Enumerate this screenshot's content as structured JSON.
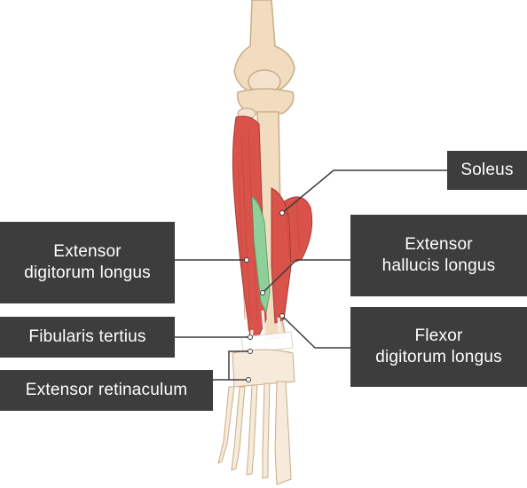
{
  "labels": {
    "soleus": "Soleus",
    "extensor_digitorum_longus": [
      "Extensor",
      "digitorum longus"
    ],
    "extensor_hallucis_longus": [
      "Extensor",
      "hallucis longus"
    ],
    "fibularis_tertius": "Fibularis tertius",
    "flexor_digitorum_longus": [
      "Flexor",
      "digitorum longus"
    ],
    "extensor_retinaculum": "Extensor retinaculum"
  },
  "colors": {
    "label_bg": "#3d3d3d",
    "label_text": "#ffffff",
    "bone": "#f1dcc0",
    "bone_outline": "#c9ad88",
    "muscle_red": "#d9534a",
    "muscle_green": "#8fcf9a",
    "leader_line": "#3d3d3d"
  }
}
